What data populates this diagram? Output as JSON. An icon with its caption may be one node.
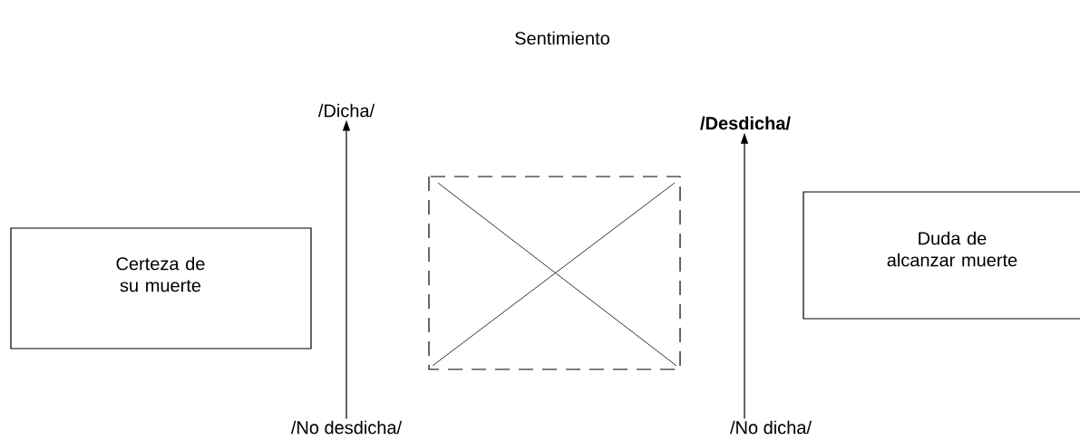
{
  "diagram": {
    "title": "Sentimiento",
    "nodes": [
      {
        "text": [
          "/Dicha/"
        ]
      },
      {
        "text": [
          "/Desdicha/"
        ]
      },
      {
        "text": [
          "/No desdicha/"
        ]
      },
      {
        "text": [
          "/No dicha/"
        ]
      },
      {
        "text": [
          "Certeza de su muerte"
        ]
      },
      {
        "text": [
          "Duda de alcanzar muerte"
        ]
      },
      {
        "text": [],
        "shape": "box"
      }
    ],
    "edges": [
      {
        "from": 2,
        "to": 0,
        "arrow": "to"
      },
      {
        "from": 3,
        "to": 1,
        "arrow": "to"
      }
    ]
  }
}
